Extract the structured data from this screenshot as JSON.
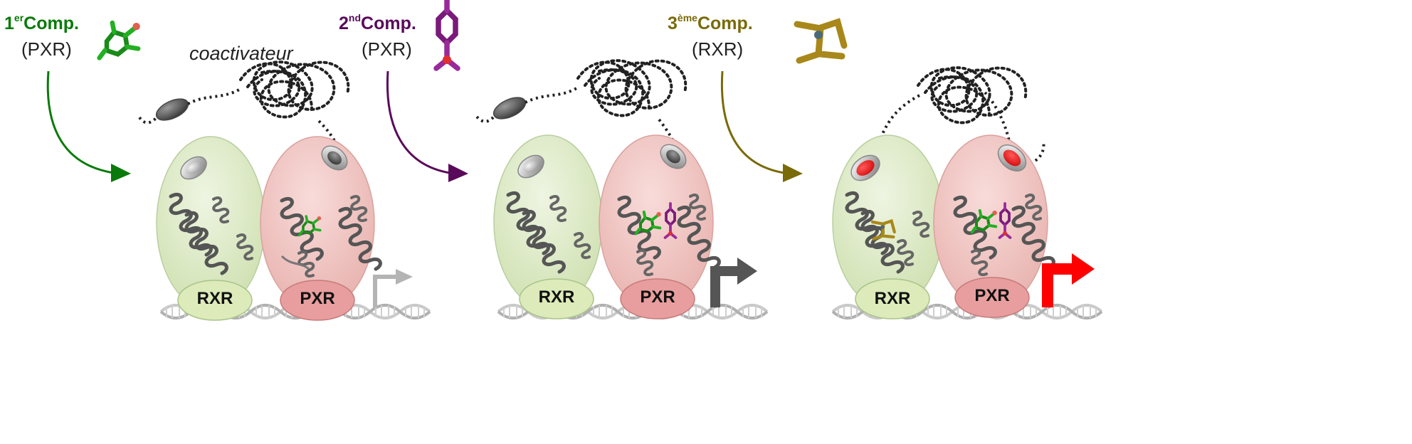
{
  "colors": {
    "comp1": "#0a7a0a",
    "comp2": "#5a0a5a",
    "comp3": "#7a6a08",
    "rxr_fill": "#dbe9c3",
    "pxr_fill": "#f0c7c4",
    "arrow_off": "#b4b4b4",
    "arrow_mid": "#555555",
    "arrow_on": "#ff0000"
  },
  "compounds": [
    {
      "num": "1",
      "sup": "er",
      "word": "Comp.",
      "receptor": "(PXR)"
    },
    {
      "num": "2",
      "sup": "nd",
      "word": "Comp.",
      "receptor": "(PXR)"
    },
    {
      "num": "3",
      "sup": "ème",
      "word": "Comp.",
      "receptor": "(RXR)"
    }
  ],
  "coactivator_label": "coactivateur",
  "panels": [
    {
      "rxr_label": "RXR",
      "pxr_label": "PXR",
      "arrow_state": "off"
    },
    {
      "rxr_label": "RXR",
      "pxr_label": "PXR",
      "arrow_state": "partial"
    },
    {
      "rxr_label": "RXR",
      "pxr_label": "PXR",
      "arrow_state": "on"
    }
  ]
}
